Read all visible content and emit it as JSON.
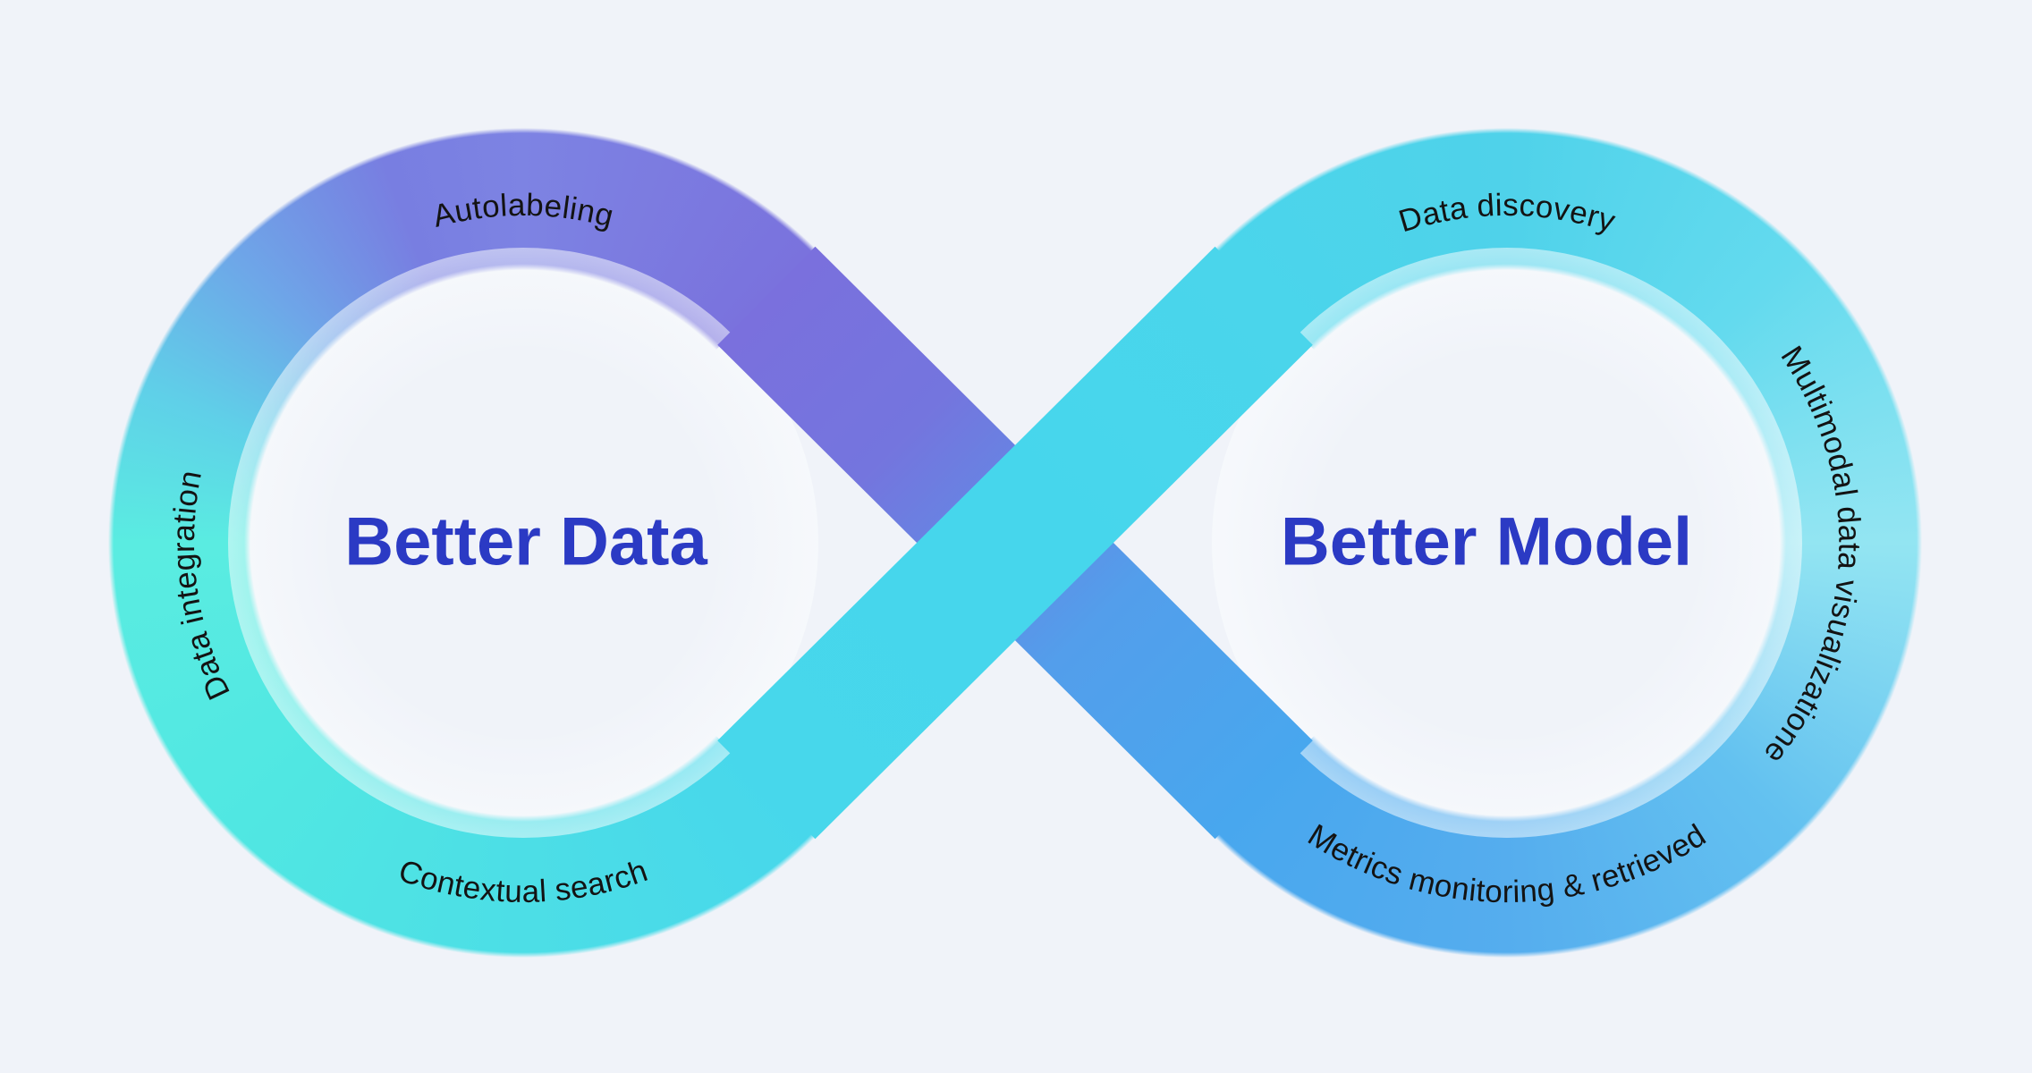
{
  "diagram": {
    "type": "infinity-loop",
    "background_color": "#f0f3f9",
    "left_loop": {
      "title": "Better Data",
      "top_label": "Autolabeling",
      "left_label": "Data integration",
      "bottom_label": "Contextual search"
    },
    "right_loop": {
      "title": "Better Model",
      "top_label": "Data discovery",
      "right_label": "Multimodal data visualizatione",
      "bottom_label": "Metrics monitoring & retrieved"
    },
    "colors": {
      "title_text": "#2b3ac4",
      "label_text": "#131313",
      "purple": "#7a72dd",
      "teal": "#5aece1",
      "cyan": "#47d6ec",
      "light_cyan": "#93e5f2",
      "blue": "#52aeee"
    }
  }
}
